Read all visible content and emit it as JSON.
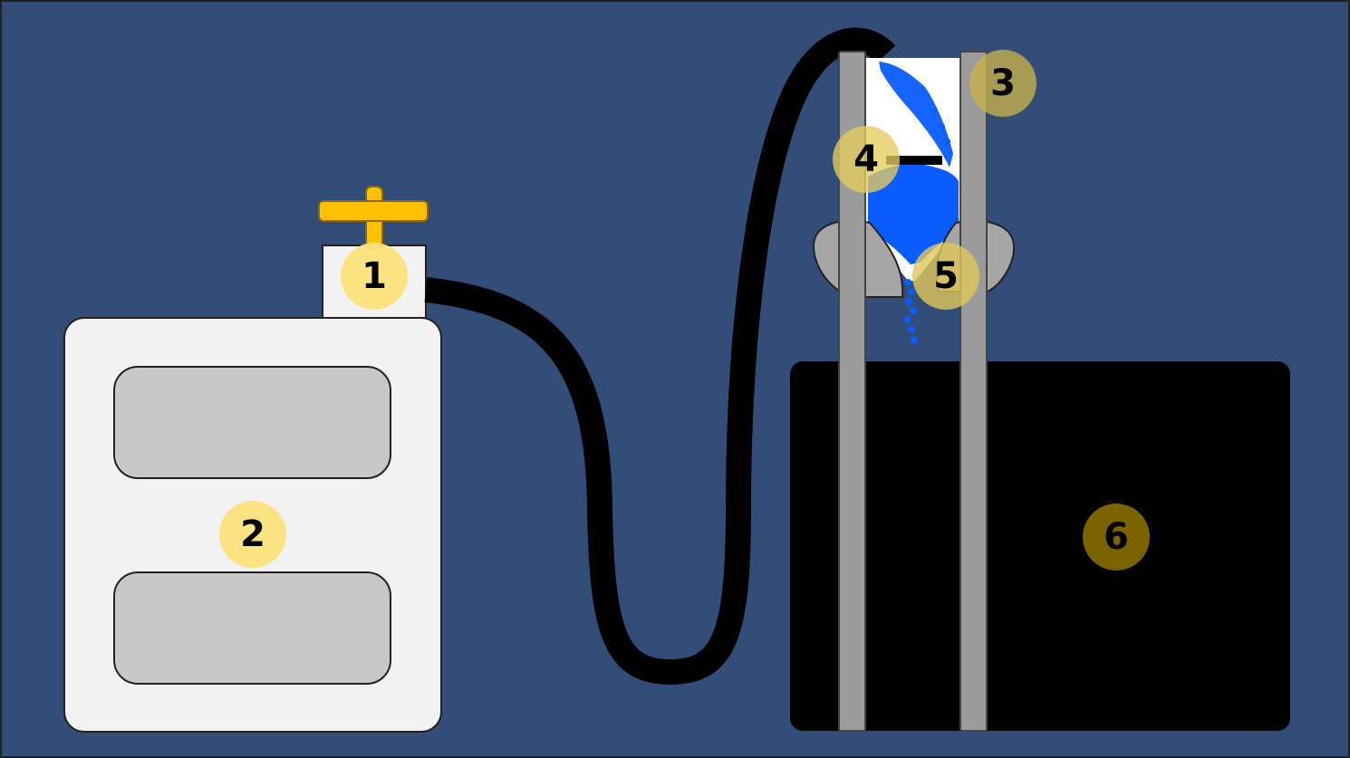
{
  "colors": {
    "background": "#324e78",
    "frame_border": "#222222",
    "generator_body": "#f2f2f2",
    "generator_panel": "#c8c8c8",
    "valve_box": "#f2f2f2",
    "valve_handle": "#ffc000",
    "hose": "#000000",
    "tube_rail": "#9b9b9b",
    "tube_inner": "#ffffff",
    "water": "#0a5cff",
    "clamp": "#a6a6a6",
    "stand_base": "#000000",
    "marker_light": "#fbe17b",
    "marker_dark": "#7a6300"
  },
  "markers": [
    {
      "id": "1",
      "label": "1",
      "part": "valve"
    },
    {
      "id": "2",
      "label": "2",
      "part": "generator"
    },
    {
      "id": "3",
      "label": "3",
      "part": "column-tube"
    },
    {
      "id": "4",
      "label": "4",
      "part": "baffle"
    },
    {
      "id": "5",
      "label": "5",
      "part": "clamp"
    },
    {
      "id": "6",
      "label": "6",
      "part": "stand-base"
    }
  ]
}
